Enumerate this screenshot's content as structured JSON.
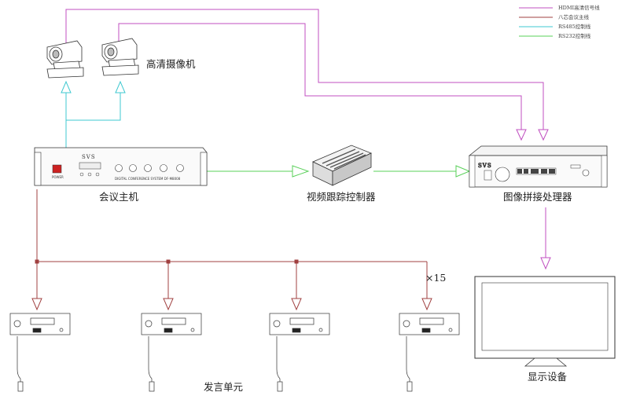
{
  "legend": [
    {
      "label": "HDMI高清信号线",
      "color": "#c04fc0"
    },
    {
      "label": "八芯会议主线",
      "color": "#a04040"
    },
    {
      "label": "RS485控制线",
      "color": "#3fc8d0"
    },
    {
      "label": "RS232控制线",
      "color": "#5ad05a"
    }
  ],
  "labels": {
    "camera": "高清摄像机",
    "host": "会议主机",
    "tracker": "视频跟踪控制器",
    "splicer": "图像拼接处理器",
    "display": "显示设备",
    "speaker": "发言单元",
    "multiplier": "×15"
  },
  "device_text": {
    "brand": "SVS",
    "host_system": "DIGITAL CONFERENCE SYSTEM DF-M8008",
    "power": "POWER"
  }
}
